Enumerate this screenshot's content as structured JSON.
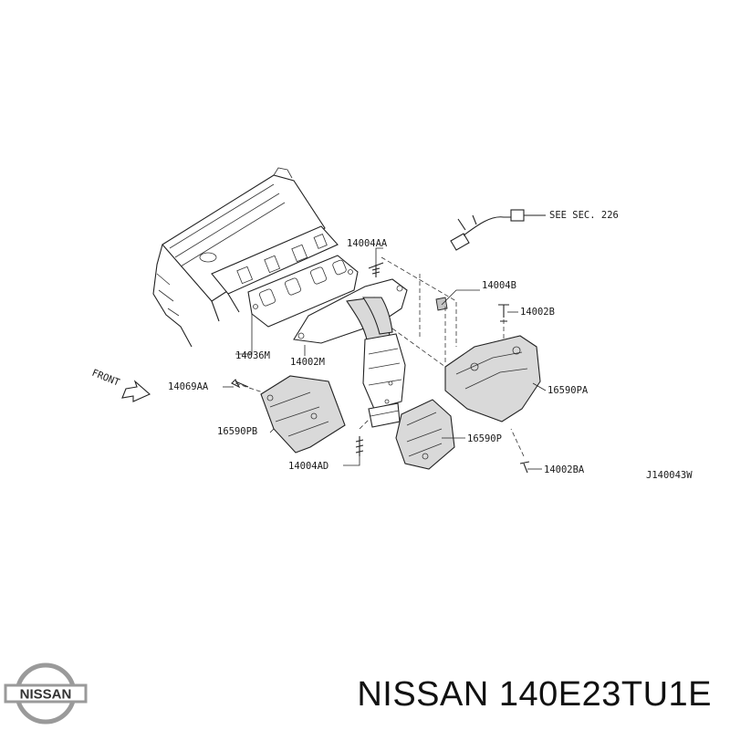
{
  "diagram": {
    "labels": {
      "see_sec": "SEE  SEC. 226",
      "p14004AA": "14004AA",
      "p14004B": "14004B",
      "p14002B": "14002B",
      "p14036M": "14036M",
      "p14002M": "14002M",
      "p16590PA": "16590PA",
      "front": "FRONT",
      "p14069AA": "14069AA",
      "p16590PB": "16590PB",
      "p16590P": "16590P",
      "p14004AD": "14004AD",
      "p14002BA": "14002BA",
      "diagram_id": "J140043W"
    }
  },
  "brand": {
    "logo_text": "NISSAN",
    "logo_color": "#9a9a9a"
  },
  "title": {
    "part_number": "NISSAN 140E23TU1E"
  }
}
